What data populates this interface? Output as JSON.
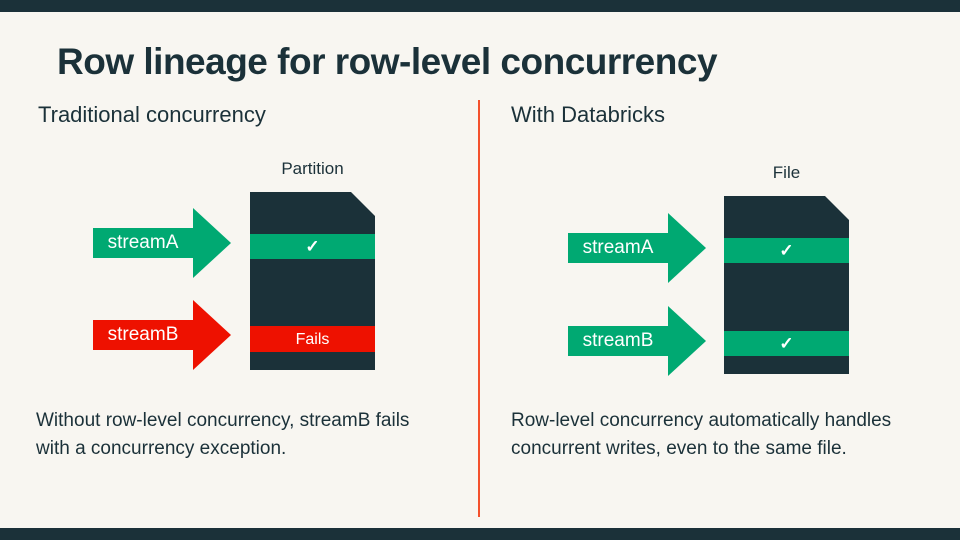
{
  "slide": {
    "title": "Row lineage for row-level concurrency",
    "colors": {
      "navy": "#1B3139",
      "green": "#00A972",
      "red": "#EE1100",
      "divider_orange": "#F4512C",
      "background_cream": "#F8F6F1",
      "white": "#FFFFFF"
    },
    "left": {
      "header": "Traditional concurrency",
      "diagram_label": "Partition",
      "arrows": [
        {
          "label": "streamA",
          "color_name": "green"
        },
        {
          "label": "streamB",
          "color_name": "red"
        }
      ],
      "stripes": [
        {
          "text": "✓",
          "color_name": "green"
        },
        {
          "text": "Fails",
          "color_name": "red"
        }
      ],
      "caption": "Without row-level concurrency, streamB fails with a concurrency exception."
    },
    "right": {
      "header": "With Databricks",
      "diagram_label": "File",
      "arrows": [
        {
          "label": "streamA",
          "color_name": "green"
        },
        {
          "label": "streamB",
          "color_name": "green"
        }
      ],
      "stripes": [
        {
          "text": "✓",
          "color_name": "green"
        },
        {
          "text": "✓",
          "color_name": "green"
        }
      ],
      "caption": "Row-level concurrency automatically handles concurrent writes, even to the same file."
    }
  }
}
